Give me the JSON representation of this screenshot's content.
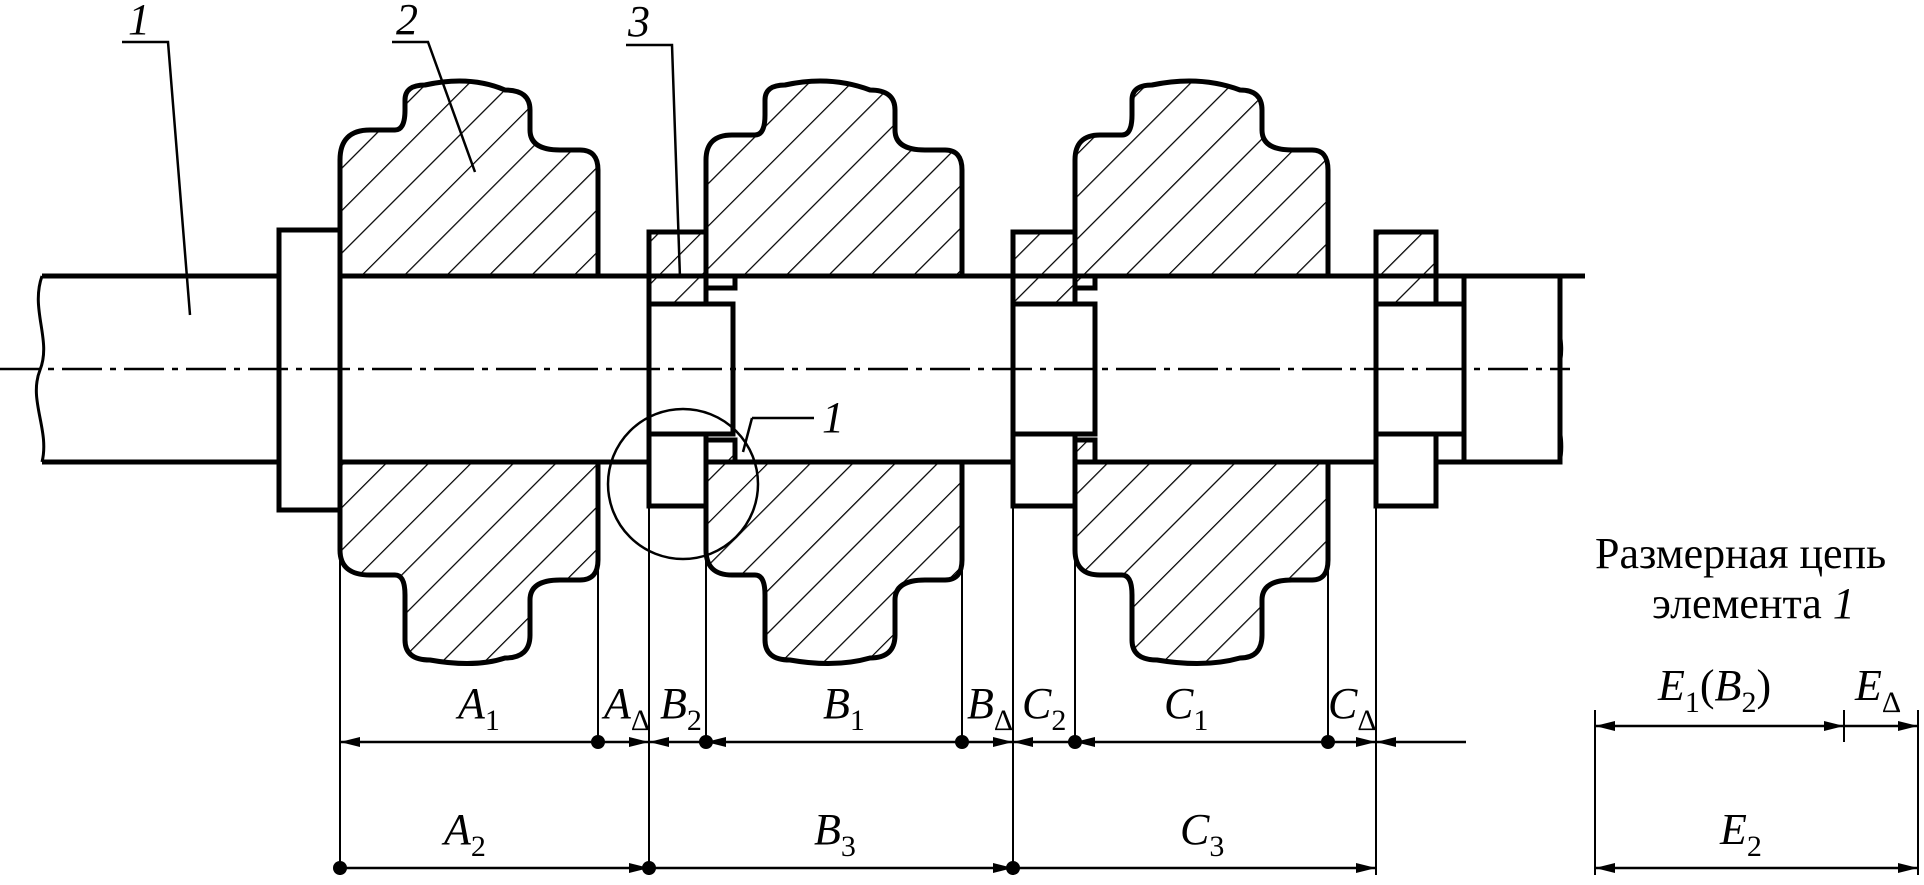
{
  "callouts": {
    "shaft": "1",
    "gear": "2",
    "spacer": "3",
    "detail": "1"
  },
  "caption": {
    "line1": "Размерная цепь",
    "line2_text": "элемента ",
    "line2_num": "1"
  },
  "dims": {
    "A1": {
      "main": "A",
      "sub": "1"
    },
    "AD": {
      "main": "A",
      "sub": "Δ"
    },
    "B2": {
      "main": "B",
      "sub": "2"
    },
    "B1": {
      "main": "B",
      "sub": "1"
    },
    "BD": {
      "main": "B",
      "sub": "Δ"
    },
    "C2": {
      "main": "C",
      "sub": "2"
    },
    "C1": {
      "main": "C",
      "sub": "1"
    },
    "CD": {
      "main": "C",
      "sub": "Δ"
    },
    "A2": {
      "main": "A",
      "sub": "2"
    },
    "B3": {
      "main": "B",
      "sub": "3"
    },
    "C3": {
      "main": "C",
      "sub": "3"
    },
    "E1": {
      "main": "E",
      "sub": "1",
      "paren_open": "(",
      "inner_main": "B",
      "inner_sub": "2",
      "paren_close": ")"
    },
    "ED": {
      "main": "E",
      "sub": "Δ"
    },
    "E2": {
      "main": "E",
      "sub": "2"
    }
  }
}
